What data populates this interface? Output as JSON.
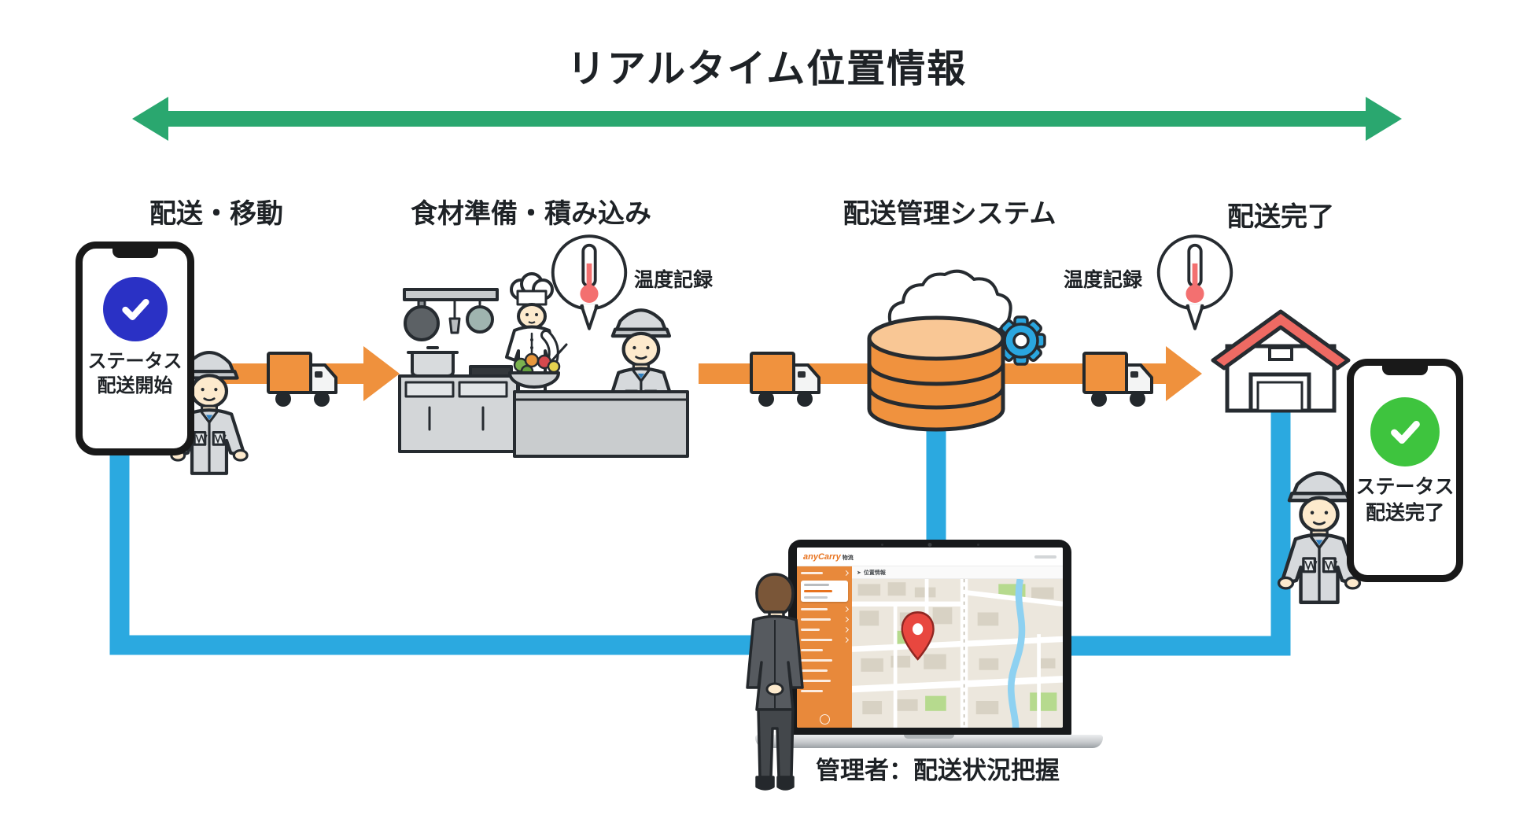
{
  "title": "リアルタイム位置情報",
  "stages": {
    "s1": "配送・移動",
    "s2": "食材準備・積み込み",
    "s3": "配送管理システム",
    "s4": "配送完了"
  },
  "phone_start": {
    "line1": "ステータス",
    "line2": "配送開始"
  },
  "phone_complete": {
    "line1": "ステータス",
    "line2": "配送完了"
  },
  "temperature_left": "温度記録",
  "temperature_right": "温度記録",
  "manager_caption": "管理者：配送状況把握",
  "laptop": {
    "logo": "anyCarry",
    "logo_suffix": "物流",
    "map_toolbar": "位置情報"
  },
  "colors": {
    "arrow_green": "#2aa76f",
    "arrow_orange": "#ef913d",
    "line_blue": "#2ba9e0",
    "status_start_blue": "#2a31c5",
    "status_done_green": "#3ec43e",
    "accent_red": "#ee6a63",
    "sidebar_orange": "#e8893b",
    "database_orange": "#f0923e"
  }
}
